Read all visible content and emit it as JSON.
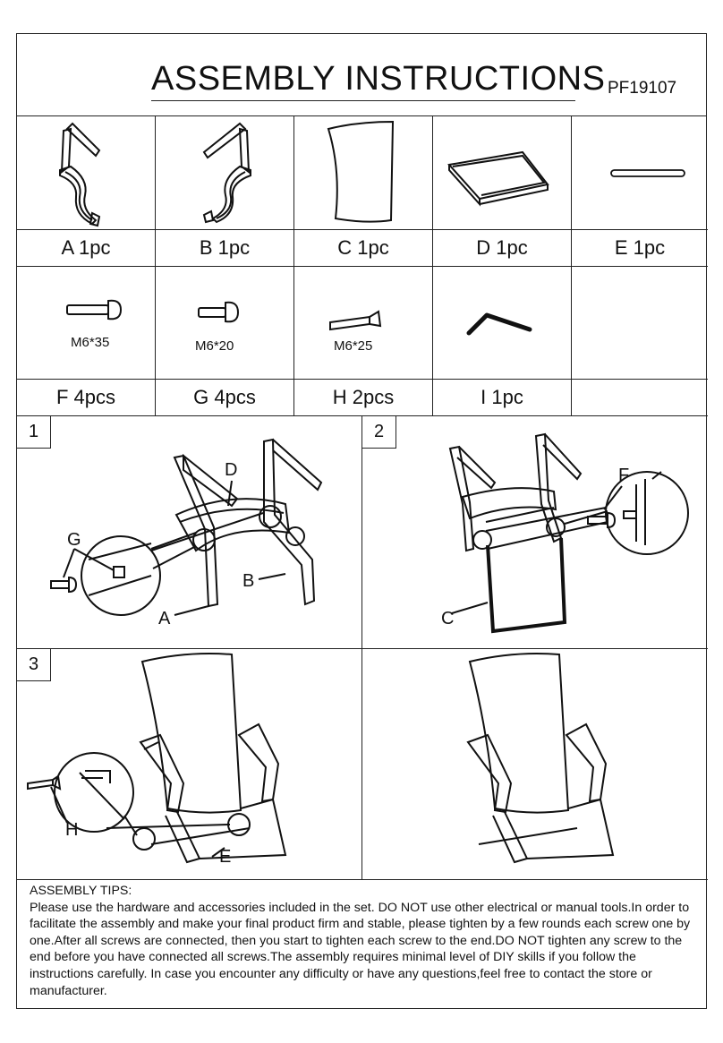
{
  "header": {
    "title": "ASSEMBLY INSTRUCTIONS",
    "code": "PF19107"
  },
  "parts": [
    {
      "label": "A 1pc",
      "icon": "armrest-frame-left-icon"
    },
    {
      "label": "B 1pc",
      "icon": "armrest-frame-right-icon"
    },
    {
      "label": "C 1pc",
      "icon": "sling-back-icon"
    },
    {
      "label": "D 1pc",
      "icon": "seat-frame-icon"
    },
    {
      "label": "E 1pc",
      "icon": "cross-tube-icon"
    }
  ],
  "hardware": [
    {
      "label": "F 4pcs",
      "spec": "M6*35",
      "icon": "bolt-icon"
    },
    {
      "label": "G 4pcs",
      "spec": "M6*20",
      "icon": "bolt-icon"
    },
    {
      "label": "H  2pcs",
      "spec": "M6*25",
      "icon": "flat-head-bolt-icon"
    },
    {
      "label": "I  1pc",
      "spec": "",
      "icon": "allen-key-icon"
    },
    {
      "label": "",
      "spec": "",
      "icon": ""
    }
  ],
  "steps": [
    {
      "number": "1",
      "callouts": [
        "D",
        "G",
        "B",
        "A"
      ]
    },
    {
      "number": "2",
      "callouts": [
        "F",
        "C"
      ]
    },
    {
      "number": "3",
      "callouts": [
        "H",
        "E"
      ]
    },
    {
      "number": "",
      "callouts": []
    }
  ],
  "tips": {
    "title": "ASSEMBLY TIPS:",
    "body": "Please use the hardware and accessories included in the set. DO NOT use other electrical or manual tools.In order to facilitate the assembly and make your final product firm and stable, please tighten by a few rounds each screw one by one.After all screws are connected, then you start to tighten each screw to the end.DO NOT tighten any screw to the end before you have connected all screws.The assembly requires minimal level of DIY skills if you follow the instructions carefully. In case you encounter any difficulty or have any questions,feel free to contact the store or manufacturer."
  }
}
